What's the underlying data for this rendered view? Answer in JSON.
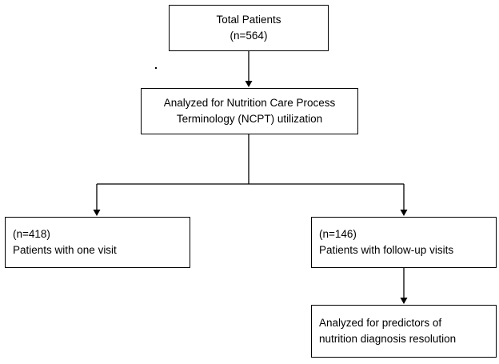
{
  "nodes": {
    "total": {
      "line1": "Total Patients",
      "line2": "(n=564)"
    },
    "analyzed": {
      "line1": "Analyzed for Nutrition Care Process",
      "line2": "Terminology (NCPT) utilization"
    },
    "one_visit": {
      "line1": "(n=418)",
      "line2": "Patients with one visit"
    },
    "followup": {
      "line1": "(n=146)",
      "line2": "Patients with follow-up visits"
    },
    "predictors": {
      "line1": "Analyzed for predictors of",
      "line2": "nutrition diagnosis resolution"
    }
  },
  "edges": [
    {
      "from": "total",
      "to": "analyzed"
    },
    {
      "from": "analyzed",
      "to": "one_visit"
    },
    {
      "from": "analyzed",
      "to": "followup"
    },
    {
      "from": "followup",
      "to": "predictors"
    }
  ]
}
